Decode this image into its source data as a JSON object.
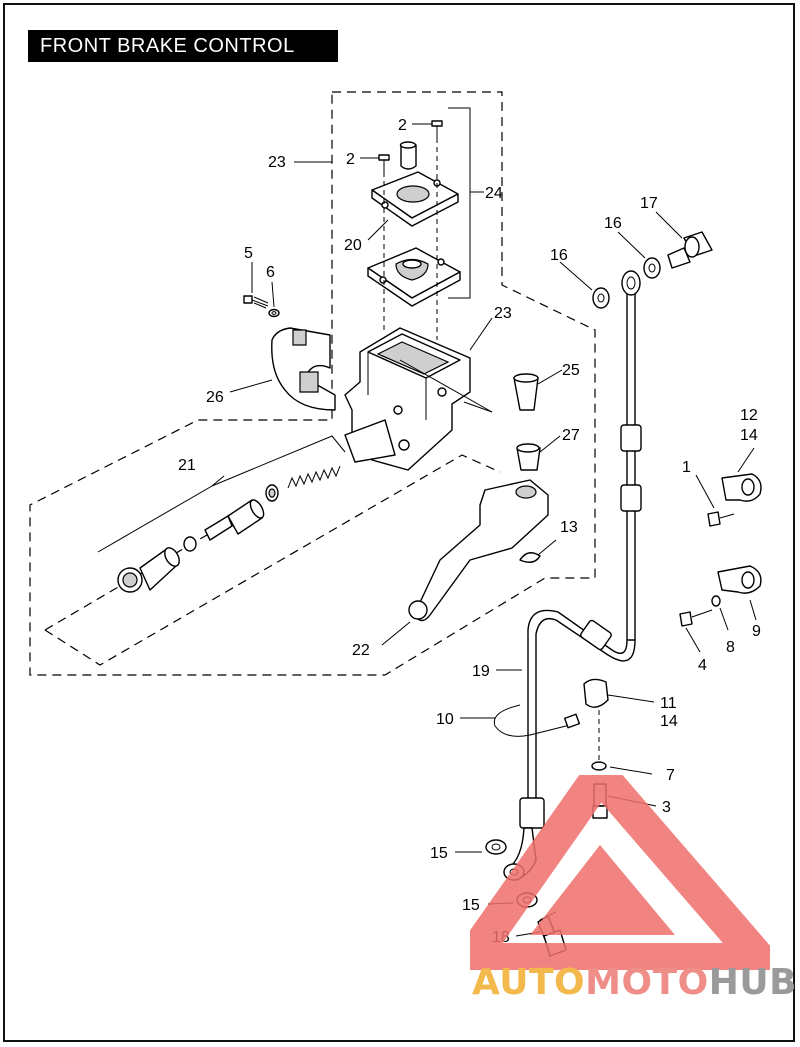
{
  "title": "FRONT BRAKE CONTROL",
  "callouts": {
    "c1": "1",
    "c2a": "2",
    "c2b": "2",
    "c3": "3",
    "c4": "4",
    "c5": "5",
    "c6": "6",
    "c7": "7",
    "c8": "8",
    "c9": "9",
    "c10": "10",
    "c11": "11",
    "c14a": "14",
    "c12": "12",
    "c14b": "14",
    "c13": "13",
    "c15a": "15",
    "c15b": "15",
    "c16a": "16",
    "c16b": "16",
    "c17": "17",
    "c18": "18",
    "c19": "19",
    "c20": "20",
    "c21": "21",
    "c22": "22",
    "c23a": "23",
    "c23b": "23",
    "c24": "24",
    "c25": "25",
    "c26": "26",
    "c27": "27"
  },
  "watermark": {
    "part1": "AUTO",
    "part2": "MOTO",
    "part3": "HUB",
    "colors": {
      "auto": "#f3b94d",
      "moto": "#ef8d88",
      "hub": "#9a9a9a",
      "logo": "#ef6f6a"
    }
  }
}
